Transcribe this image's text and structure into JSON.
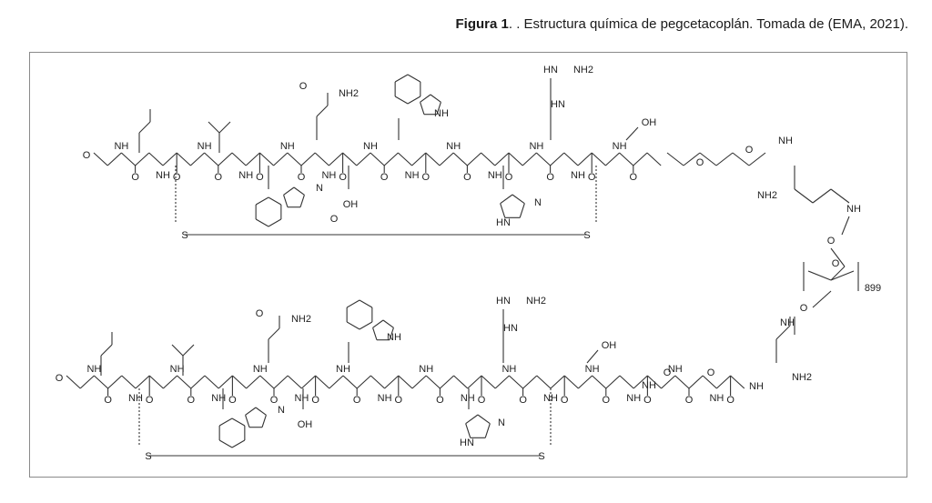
{
  "caption": {
    "label": "Figura 1",
    "text": ". . Estructura química de pegcetacoplán. Tomada de (EMA, 2021)."
  },
  "structure": {
    "top_chain": [
      "NH",
      "O",
      "NH",
      "O",
      "NH",
      "O",
      "NH",
      "O",
      "NH",
      "O",
      "NH",
      "O",
      "NH",
      "O",
      "NH",
      "O",
      "NH",
      "O",
      "NH",
      "O"
    ],
    "labels": {
      "nh2": "NH2",
      "nh": "NH",
      "hn": "HN",
      "oh": "OH",
      "n": "N",
      "o": "O",
      "s": "S",
      "repeat": "899"
    }
  }
}
